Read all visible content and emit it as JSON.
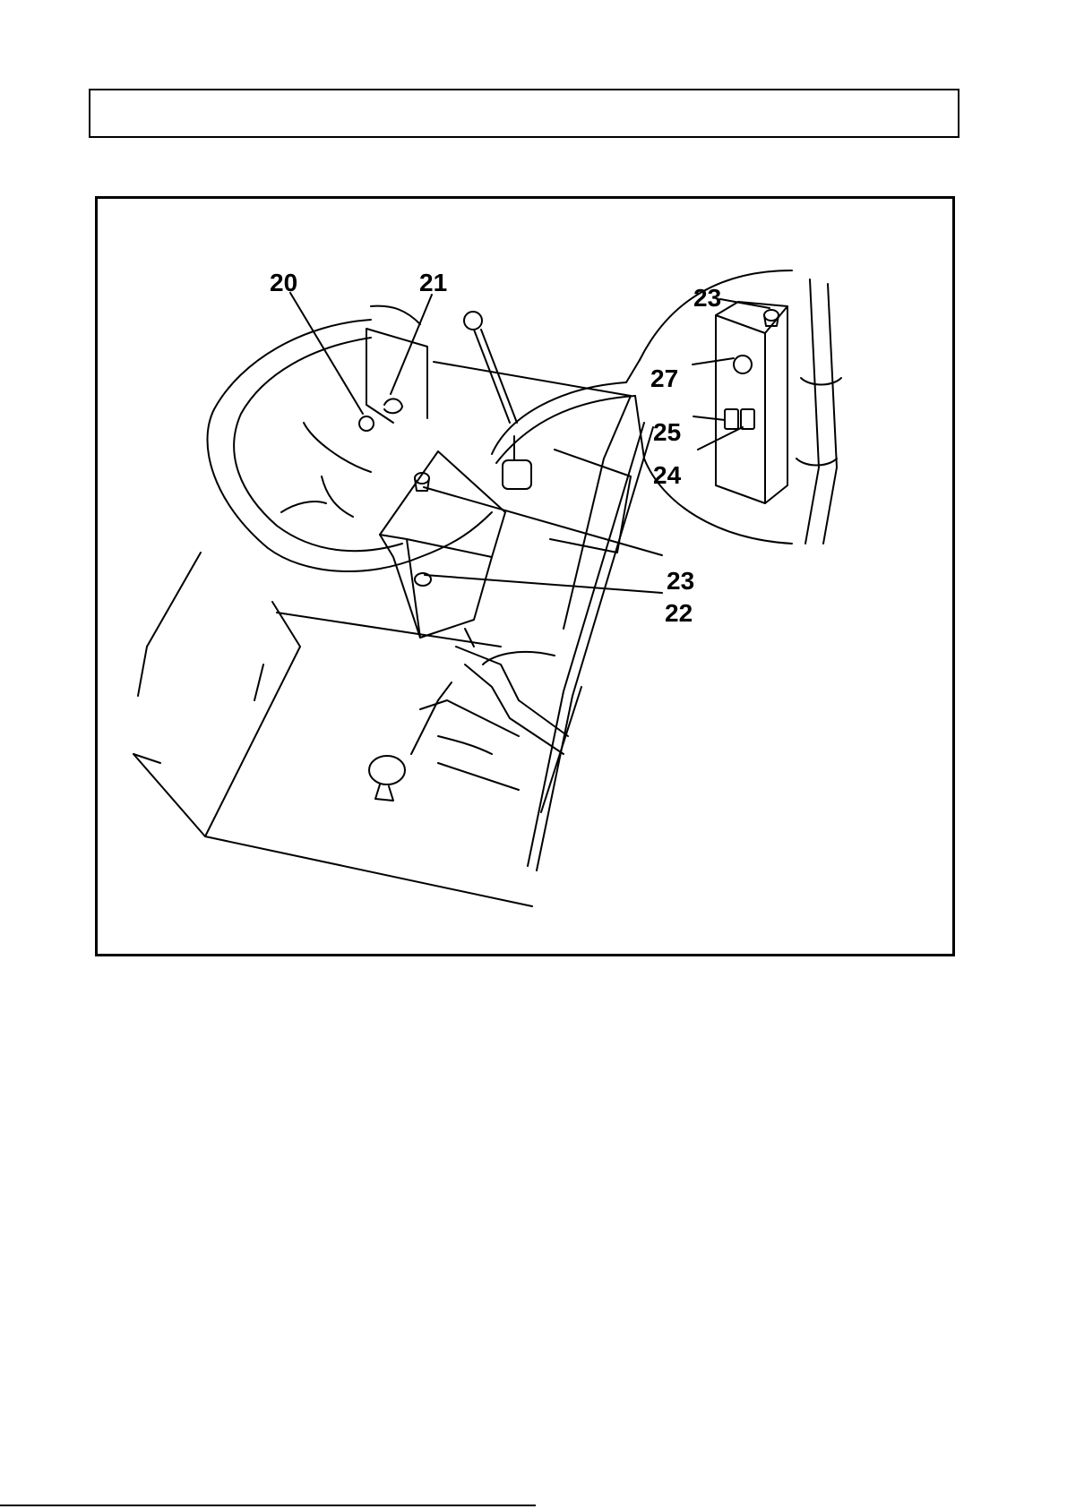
{
  "header": {
    "title": ""
  },
  "figure": {
    "callouts": {
      "c20": "20",
      "c21": "21",
      "c22": "22",
      "c23_main": "23",
      "c23_inset": "23",
      "c24": "24",
      "c25": "25",
      "c27": "27"
    },
    "icons": {
      "illustration": "steering-console-line-drawing"
    }
  }
}
